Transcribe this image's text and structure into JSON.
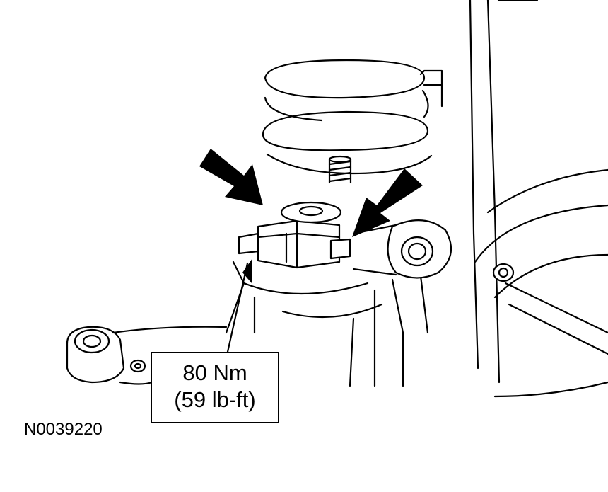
{
  "callout": {
    "torque_nm": "80 Nm",
    "torque_lbft": "(59 lb-ft)"
  },
  "figure_id": "N0039220",
  "colors": {
    "line": "#000000",
    "background": "#ffffff"
  },
  "icons": [
    "arrow-indicator-icon"
  ]
}
